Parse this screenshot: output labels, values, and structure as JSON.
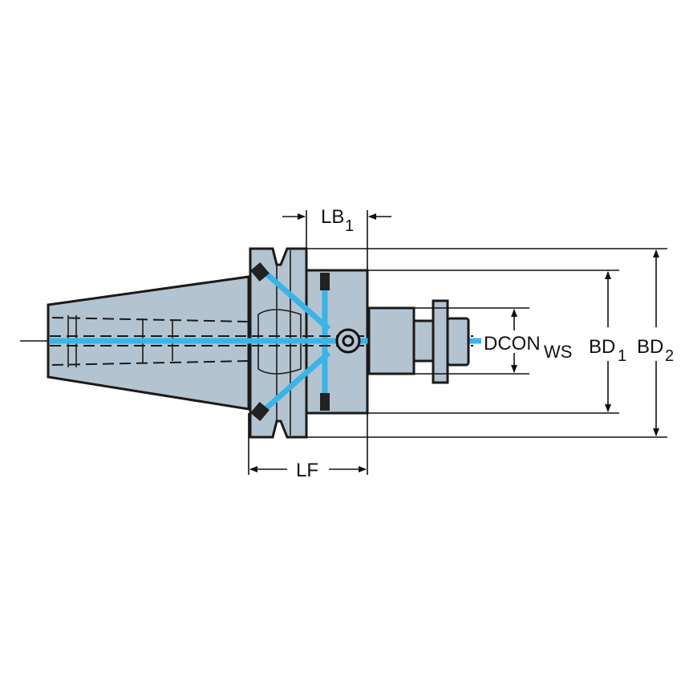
{
  "diagram": {
    "type": "technical-drawing",
    "subject": "tool holder / shell mill adapter with coolant channels",
    "colors": {
      "body": "#b4c3d0",
      "coolant": "#3ab4e6",
      "outline": "#1a1a1a"
    },
    "dimensions": {
      "lb": {
        "main": "LB",
        "sub": "1"
      },
      "lf": {
        "main": "LF"
      },
      "dcon": {
        "main": "DCON",
        "sub": "WS"
      },
      "bd1": {
        "main": "BD",
        "sub": "1"
      },
      "bd2": {
        "main": "BD",
        "sub": "2"
      }
    }
  }
}
